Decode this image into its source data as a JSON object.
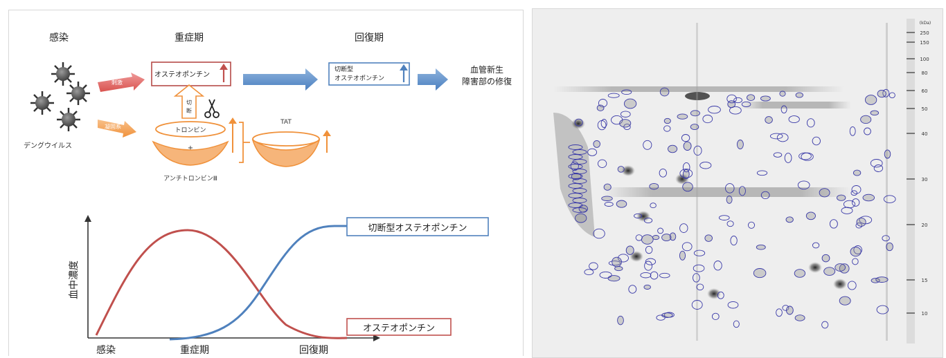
{
  "pathway": {
    "stage_infection": "感染",
    "stage_severe": "重症期",
    "stage_recovery": "回復期",
    "virus_label": "デングウイルス",
    "arrow_red_label": "刺激",
    "arrow_orange_label": "凝固系",
    "osteopontin_box": "オステオポンチン",
    "cleaved_box_line1": "切断型",
    "cleaved_box_line2": "オステオポンチン",
    "cleavage_line1": "切",
    "cleavage_line2": "断",
    "thrombin_label": "トロンビン",
    "plus_label": "+",
    "antithrombin_label": "アンチトロンビンⅢ",
    "tat_label": "TAT",
    "outcome_line1": "血管新生",
    "outcome_line2": "障害部の修復"
  },
  "graph": {
    "ylabel": "血中濃度",
    "xlabel_infection": "感染",
    "xlabel_severe": "重症期",
    "xlabel_recovery": "回復期",
    "legend_cleaved": "切断型オステオポンチン",
    "legend_osteopontin": "オステオポンチン",
    "color_osteopontin": "#c0504d",
    "color_cleaved": "#4f81bd"
  },
  "gel": {
    "mw_unit": "(kDa)",
    "mw_markers": [
      "250",
      "150",
      "100",
      "80",
      "60",
      "50",
      "40",
      "30",
      "20",
      "15",
      "10"
    ],
    "spot_outline_color": "#3a3aa8"
  }
}
